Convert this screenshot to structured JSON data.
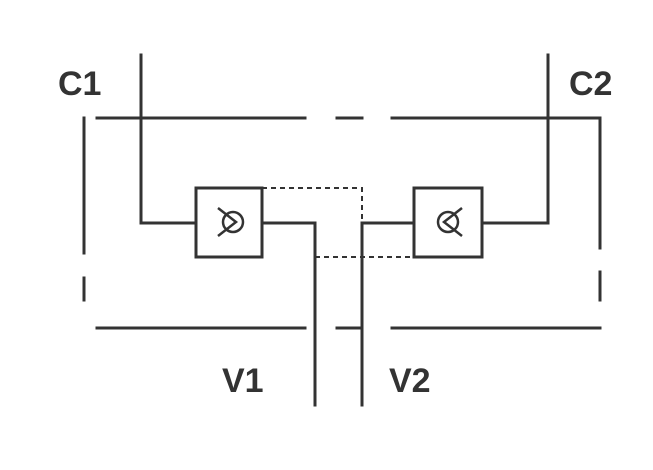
{
  "ports": {
    "c1": "C1",
    "c2": "C2",
    "v1": "V1",
    "v2": "V2"
  },
  "valves": [
    {
      "id": "left-check-valve",
      "icon": "check-valve-icon"
    },
    {
      "id": "right-check-valve",
      "icon": "check-valve-icon"
    }
  ],
  "colors": {
    "line": "#333333",
    "background": "#ffffff"
  }
}
